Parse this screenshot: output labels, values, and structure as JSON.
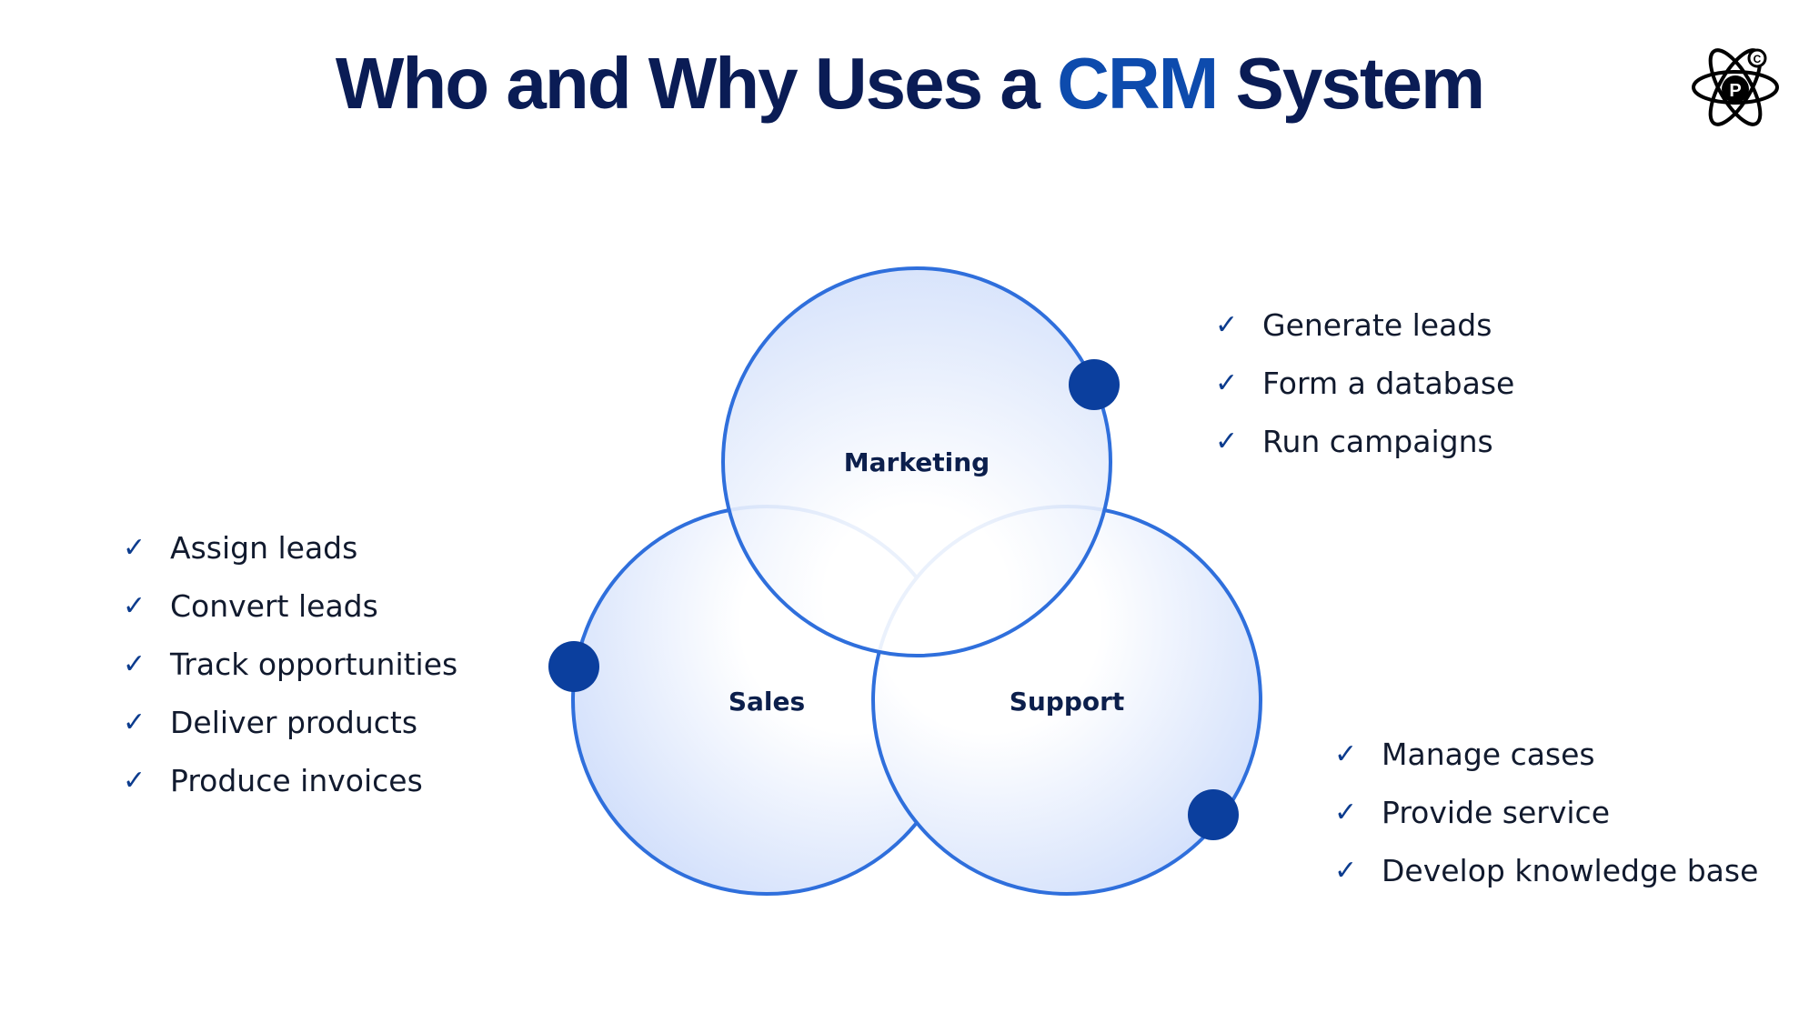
{
  "title": {
    "before": "Who and Why Uses a ",
    "accent": "CRM",
    "after": " System"
  },
  "logo": {
    "letters": "P",
    "superscript": "C",
    "icon": "atom-logo-icon"
  },
  "colors": {
    "title_dark": "#0a1c55",
    "title_accent": "#0d4bad",
    "circle_stroke": "#2f6fdc",
    "marker_fill": "#0b3f9e",
    "label": "#0c1f4c"
  },
  "diagram": {
    "circles": {
      "marketing": {
        "label": "Marketing"
      },
      "sales": {
        "label": "Sales"
      },
      "support": {
        "label": "Support"
      }
    },
    "check_symbol": "✓",
    "lists": {
      "marketing": [
        "Generate leads",
        "Form a database",
        "Run campaigns"
      ],
      "sales": [
        "Assign leads",
        "Convert leads",
        "Track opportunities",
        "Deliver products",
        "Produce invoices"
      ],
      "support": [
        "Manage cases",
        "Provide service",
        "Develop knowledge base"
      ]
    }
  }
}
